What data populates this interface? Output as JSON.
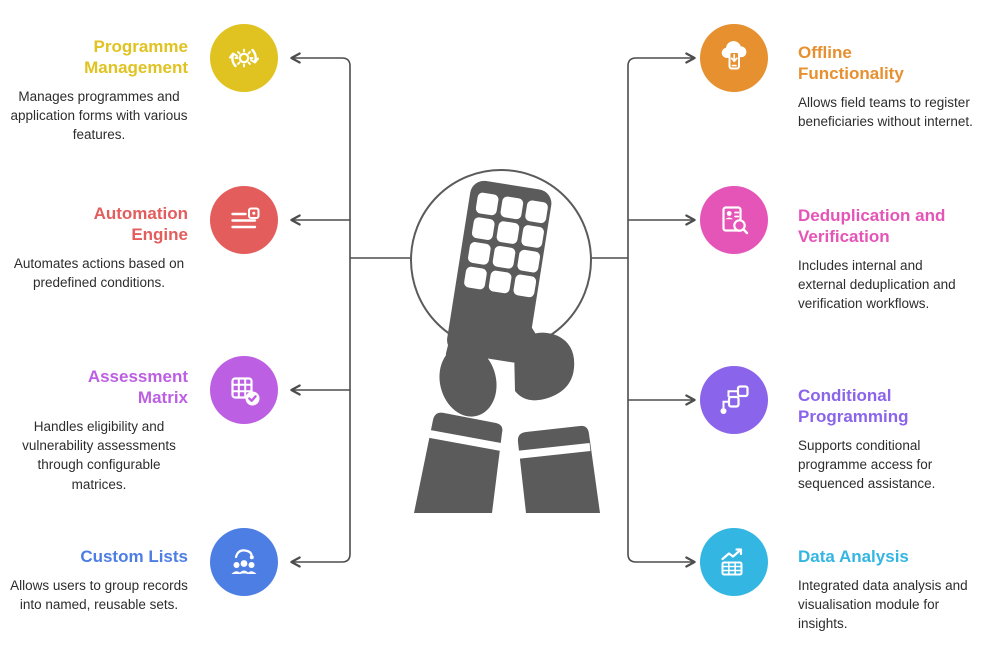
{
  "colors": {
    "connector": "#4d4d4d",
    "body_text": "#2d2d2d",
    "illustration": "#5b5b5b",
    "background": "#ffffff"
  },
  "center": {
    "illustration": "hands-using-mobile-device"
  },
  "features": {
    "left": [
      {
        "title": "Programme Management",
        "description": "Manages programmes and application forms with various features.",
        "color": "#e0c320",
        "icon": "gear-refresh-icon"
      },
      {
        "title": "Automation Engine",
        "description": "Automates actions based on predefined conditions.",
        "color": "#e35d5d",
        "icon": "document-rules-icon"
      },
      {
        "title": "Assessment Matrix",
        "description": "Handles eligibility and vulnerability assessments through configurable matrices.",
        "color": "#bc5fe2",
        "icon": "matrix-check-icon"
      },
      {
        "title": "Custom Lists",
        "description": "Allows users to group records into named, reusable sets.",
        "color": "#4d7ee3",
        "icon": "user-group-icon"
      }
    ],
    "right": [
      {
        "title": "Offline Functionality",
        "description": "Allows field teams to register beneficiaries without internet.",
        "color": "#e6902f",
        "icon": "cloud-download-icon"
      },
      {
        "title": "Deduplication and Verification",
        "description": "Includes internal and external deduplication and verification workflows.",
        "color": "#e455b7",
        "icon": "id-search-icon"
      },
      {
        "title": "Conditional Programming",
        "description": "Supports conditional programme access for sequenced assistance.",
        "color": "#8a64ea",
        "icon": "flowchart-icon"
      },
      {
        "title": "Data Analysis",
        "description": "Integrated data analysis and visualisation module for insights.",
        "color": "#33b6e2",
        "icon": "chart-table-icon"
      }
    ]
  }
}
